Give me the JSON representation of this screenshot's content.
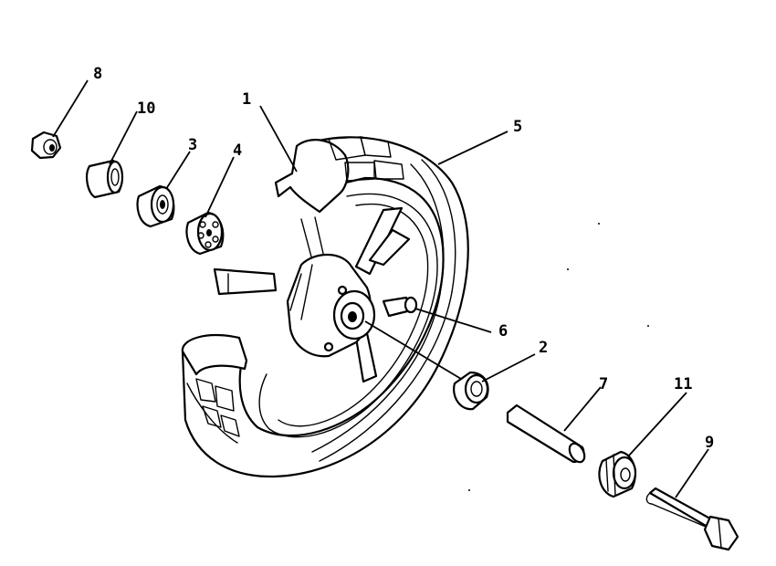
{
  "diagram": {
    "parts": [
      {
        "id": "part-1",
        "label": "1"
      },
      {
        "id": "part-2",
        "label": "2"
      },
      {
        "id": "part-3",
        "label": "3"
      },
      {
        "id": "part-4",
        "label": "4"
      },
      {
        "id": "part-5",
        "label": "5"
      },
      {
        "id": "part-6",
        "label": "6"
      },
      {
        "id": "part-7",
        "label": "7"
      },
      {
        "id": "part-8",
        "label": "8"
      },
      {
        "id": "part-9",
        "label": "9"
      },
      {
        "id": "part-10",
        "label": "10"
      },
      {
        "id": "part-11",
        "label": "11"
      }
    ]
  }
}
